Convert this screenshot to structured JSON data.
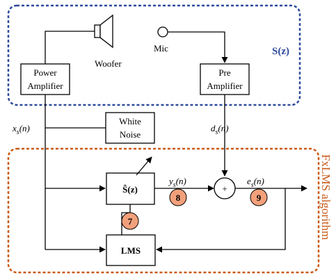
{
  "regions": {
    "secondary_path": {
      "label": "S(z)",
      "color": "#2e4a9c"
    },
    "fxlms": {
      "label": "FxLMS algorithm",
      "color": "#c85a17"
    }
  },
  "blocks": {
    "power_amplifier": {
      "line1": "Power",
      "line2": "Amplifier"
    },
    "pre_amplifier": {
      "line1": "Pre",
      "line2": "Amplifier"
    },
    "white_noise": {
      "line1": "White",
      "line2": "Noise"
    },
    "s_hat": {
      "label": "Ŝ(z)"
    },
    "lms": {
      "label": "LMS"
    },
    "summer": {
      "label": "+"
    }
  },
  "components": {
    "woofer": {
      "label": "Woofer",
      "icon": "loudspeaker-icon"
    },
    "mic": {
      "label": "Mic",
      "icon": "microphone-icon"
    }
  },
  "signals": {
    "xs": {
      "base": "x",
      "sub": "s",
      "tail": "(n)"
    },
    "ds": {
      "base": "d",
      "sub": "s",
      "tail": "(n)"
    },
    "ys": {
      "base": "y",
      "sub": "s",
      "tail": "(n)"
    },
    "es": {
      "base": "e",
      "sub": "s",
      "tail": "(n)"
    }
  },
  "markers": [
    {
      "id": "m7",
      "label": "7"
    },
    {
      "id": "m8",
      "label": "8"
    },
    {
      "id": "m9",
      "label": "9"
    }
  ],
  "marker_color": "#f2a07b"
}
